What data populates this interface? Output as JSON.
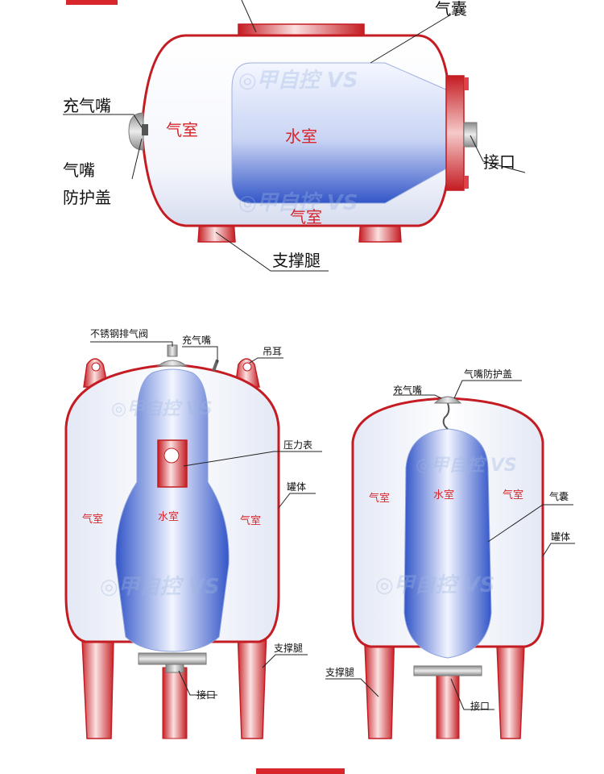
{
  "colors": {
    "tank_red": "#d8262c",
    "bladder_blue": "#3a5fd0",
    "shell_light": "#eef2fb"
  },
  "figure1": {
    "labels": {
      "gas_bladder": "气囊",
      "charge_nozzle": "充气嘴",
      "nozzle_cover_line1": "气嘴",
      "nozzle_cover_line2": "防护盖",
      "gas_chamber_left": "气室",
      "water_chamber": "水室",
      "gas_chamber_bottom": "气室",
      "port": "接口",
      "support_leg": "支撑腿"
    }
  },
  "figure2": {
    "labels": {
      "vent_valve": "不锈钢排气阀",
      "charge_nozzle": "充气嘴",
      "lifting_lug": "吊耳",
      "pressure_gauge": "压力表",
      "tank_body": "罐体",
      "gas_chamber_left": "气室",
      "water_chamber": "水室",
      "gas_chamber_right": "气室",
      "support_leg": "支撑腿",
      "port": "接口"
    }
  },
  "figure3": {
    "labels": {
      "nozzle_cover": "气嘴防护盖",
      "charge_nozzle": "充气嘴",
      "gas_chamber_left": "气室",
      "water_chamber": "水室",
      "gas_chamber_right": "气室",
      "gas_bladder": "气囊",
      "tank_body": "罐体",
      "support_leg": "支撑腿",
      "port": "接口"
    }
  }
}
